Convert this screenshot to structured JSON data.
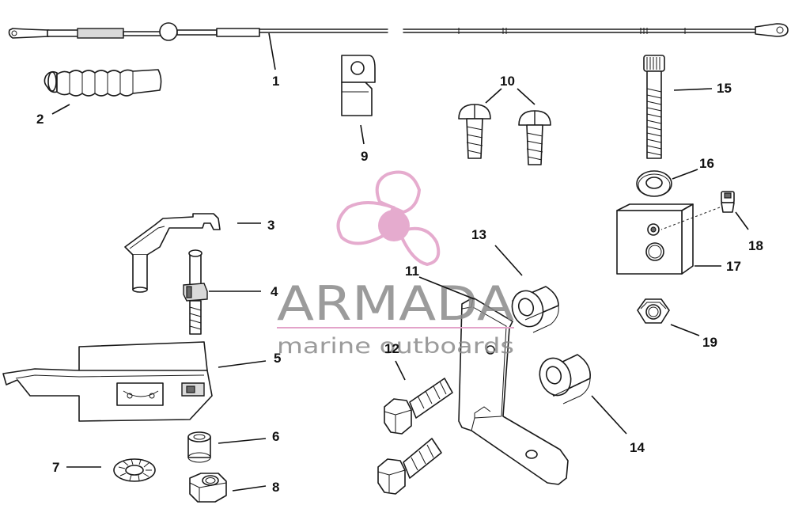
{
  "callouts": [
    {
      "id": "1",
      "label": "1"
    },
    {
      "id": "2",
      "label": "2"
    },
    {
      "id": "3",
      "label": "3"
    },
    {
      "id": "4",
      "label": "4"
    },
    {
      "id": "5",
      "label": "5"
    },
    {
      "id": "6",
      "label": "6"
    },
    {
      "id": "7",
      "label": "7"
    },
    {
      "id": "8",
      "label": "8"
    },
    {
      "id": "9",
      "label": "9"
    },
    {
      "id": "10",
      "label": "10"
    },
    {
      "id": "11",
      "label": "11"
    },
    {
      "id": "12",
      "label": "12"
    },
    {
      "id": "13",
      "label": "13"
    },
    {
      "id": "14",
      "label": "14"
    },
    {
      "id": "15",
      "label": "15"
    },
    {
      "id": "16",
      "label": "16"
    },
    {
      "id": "17",
      "label": "17"
    },
    {
      "id": "18",
      "label": "18"
    },
    {
      "id": "19",
      "label": "19"
    }
  ],
  "watermark": {
    "brand": "ARMADA",
    "tagline": "marine outboards",
    "brand_color": "#e3a3c9",
    "text_color": "#8a8a8a"
  },
  "colors": {
    "line": "#1a1a1a",
    "background": "#ffffff"
  }
}
